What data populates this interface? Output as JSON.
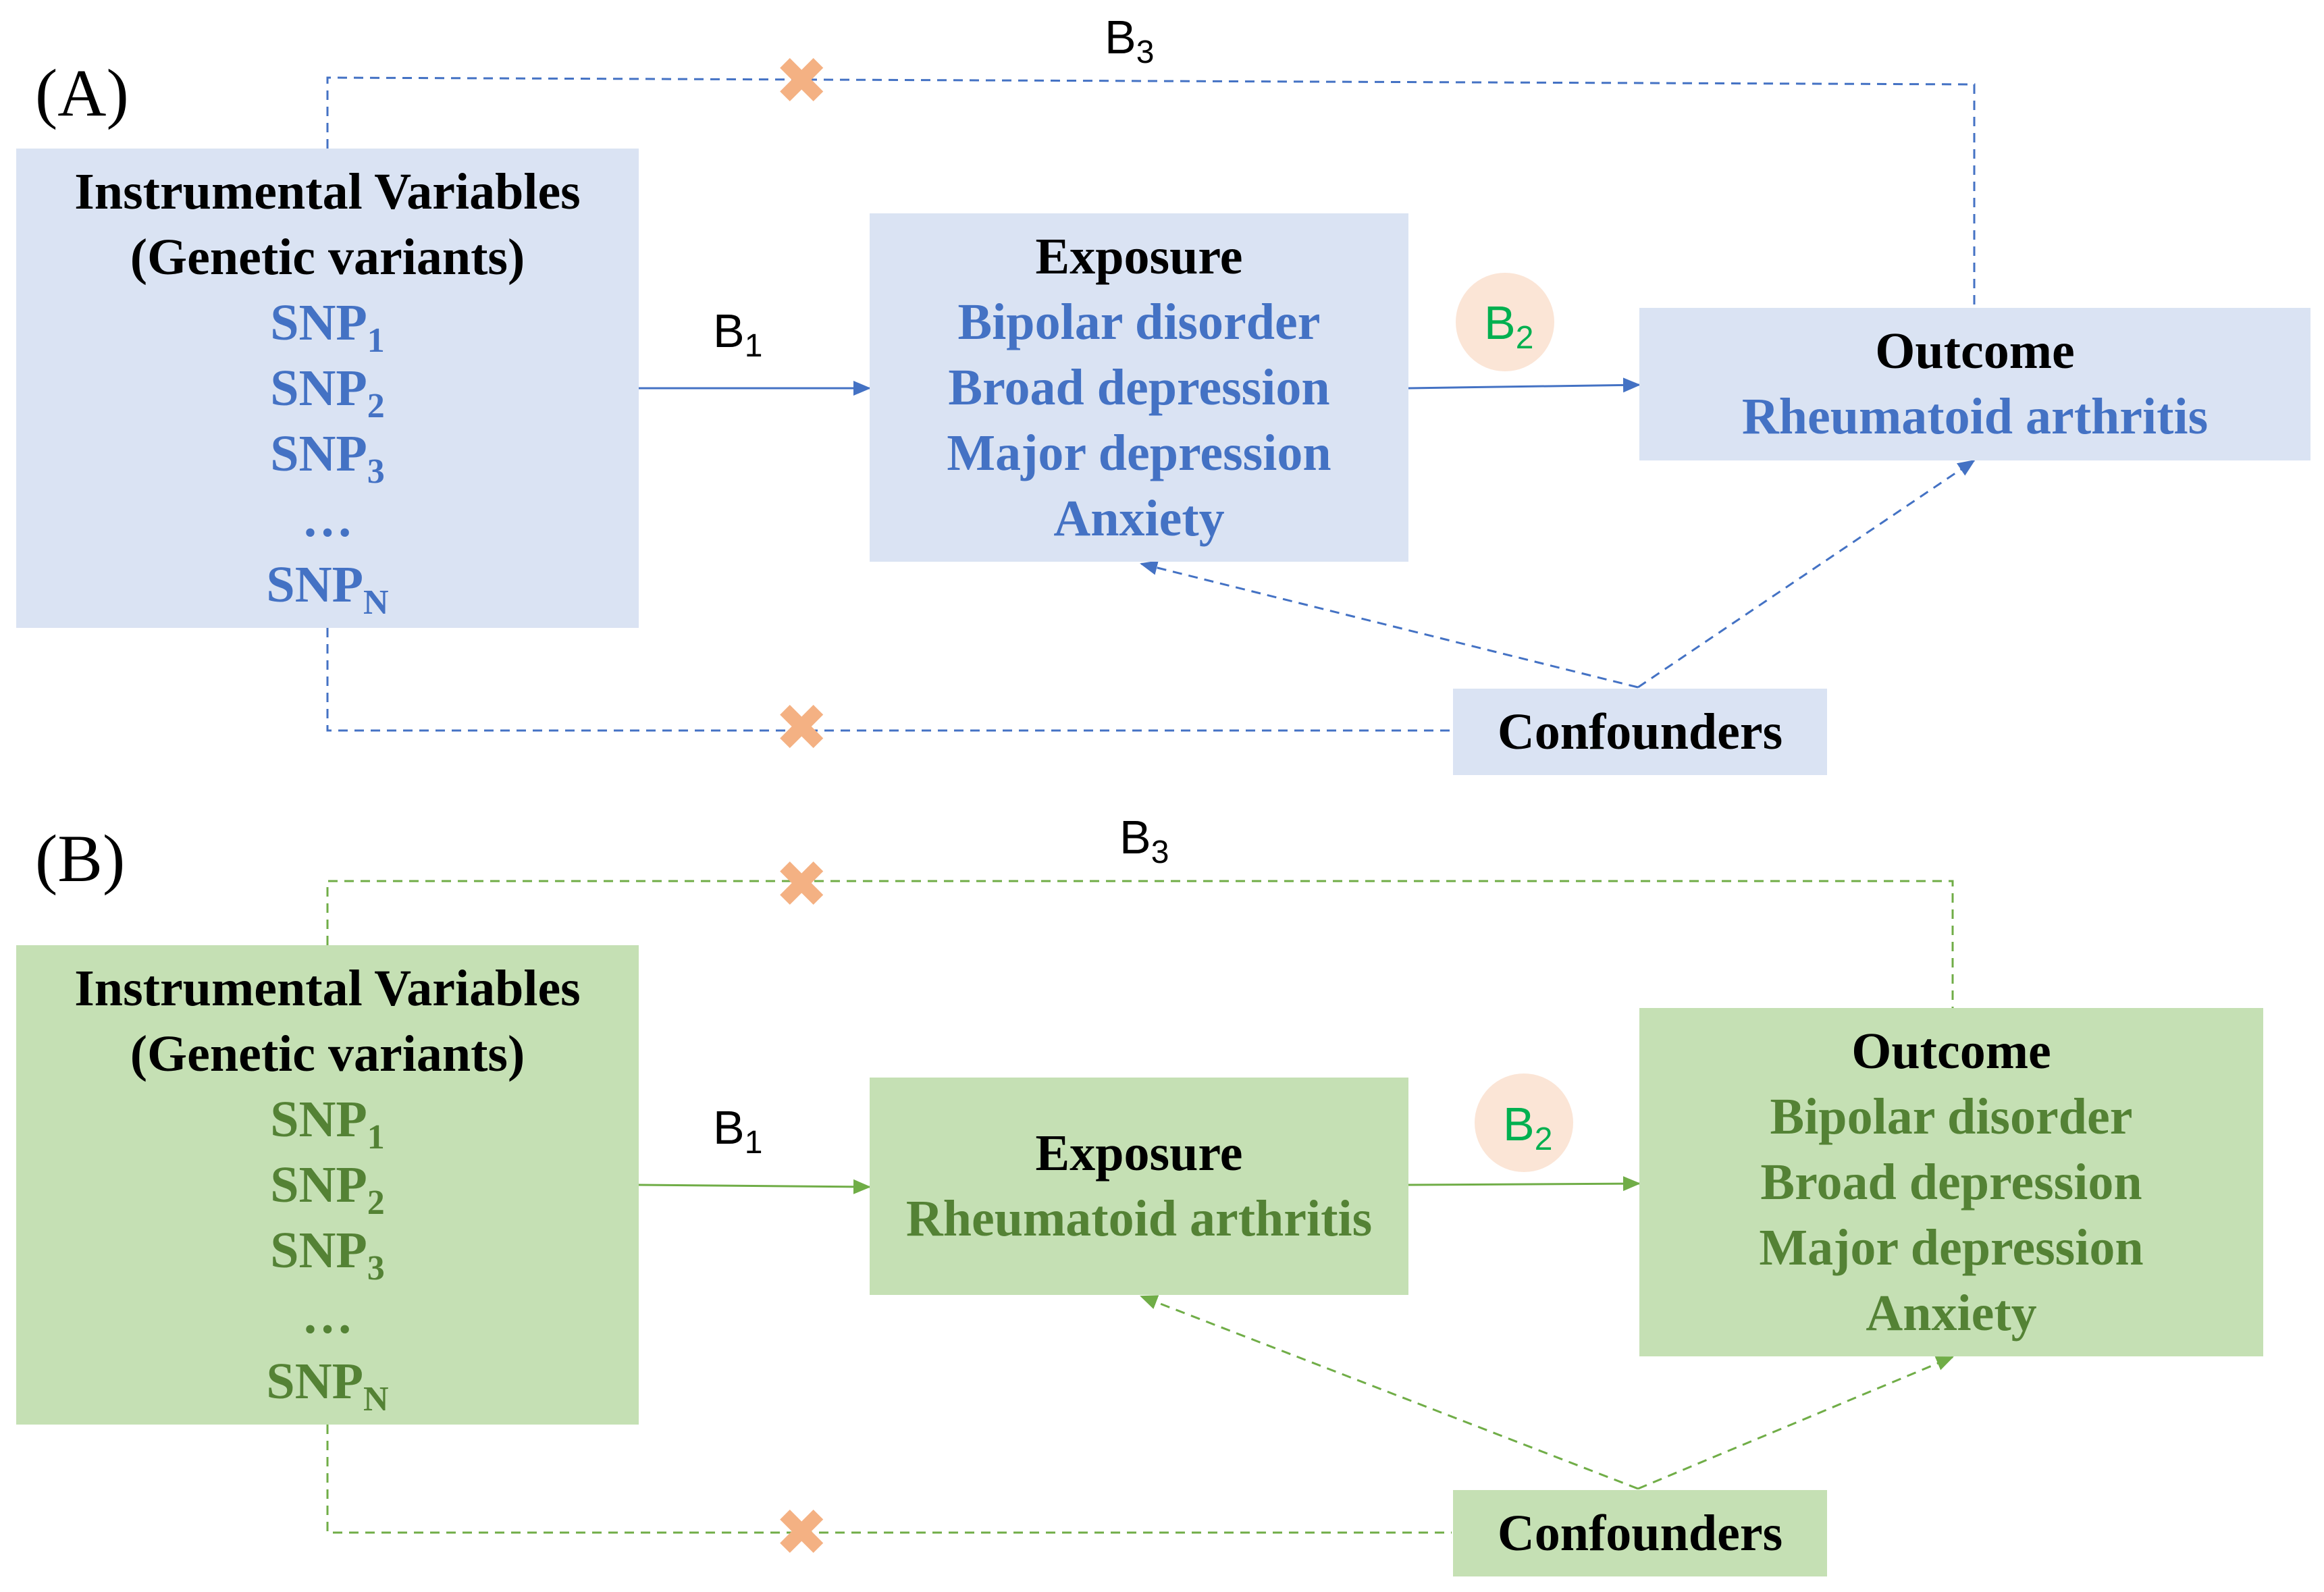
{
  "colors": {
    "panel_a_box": "#dae3f3",
    "panel_a_text": "#4472c4",
    "panel_a_line": "#4472c4",
    "panel_b_box": "#c5e0b4",
    "panel_b_text": "#548235",
    "panel_b_line": "#70ad47",
    "b2_text": "#00b050",
    "b2_circle": "#fbe5d6",
    "cross": "#f4b183"
  },
  "icons": {
    "blocked_path": "cross-icon"
  },
  "panel_a": {
    "label": "(A)",
    "instruments": {
      "title": "Instrumental Variables",
      "subtitle": "(Genetic variants)",
      "snps": [
        {
          "base": "SNP",
          "sub": "1"
        },
        {
          "base": "SNP",
          "sub": "2"
        },
        {
          "base": "SNP",
          "sub": "3"
        },
        {
          "base": "…",
          "sub": ""
        },
        {
          "base": "SNP",
          "sub": "N"
        }
      ]
    },
    "exposure": {
      "title": "Exposure",
      "items": [
        "Bipolar disorder",
        "Broad depression",
        "Major depression",
        "Anxiety"
      ]
    },
    "outcome": {
      "title": "Outcome",
      "items": [
        "Rheumatoid arthritis"
      ]
    },
    "confounders": "Confounders",
    "b1": {
      "base": "B",
      "sub": "1"
    },
    "b2": {
      "base": "B",
      "sub": "2"
    },
    "b3": {
      "base": "B",
      "sub": "3"
    }
  },
  "panel_b": {
    "label": "(B)",
    "instruments": {
      "title": "Instrumental Variables",
      "subtitle": "(Genetic variants)",
      "snps": [
        {
          "base": "SNP",
          "sub": "1"
        },
        {
          "base": "SNP",
          "sub": "2"
        },
        {
          "base": "SNP",
          "sub": "3"
        },
        {
          "base": "…",
          "sub": ""
        },
        {
          "base": "SNP",
          "sub": "N"
        }
      ]
    },
    "exposure": {
      "title": "Exposure",
      "items": [
        "Rheumatoid arthritis"
      ]
    },
    "outcome": {
      "title": "Outcome",
      "items": [
        "Bipolar disorder",
        "Broad depression",
        "Major depression",
        "Anxiety"
      ]
    },
    "confounders": "Confounders",
    "b1": {
      "base": "B",
      "sub": "1"
    },
    "b2": {
      "base": "B",
      "sub": "2"
    },
    "b3": {
      "base": "B",
      "sub": "3"
    }
  }
}
